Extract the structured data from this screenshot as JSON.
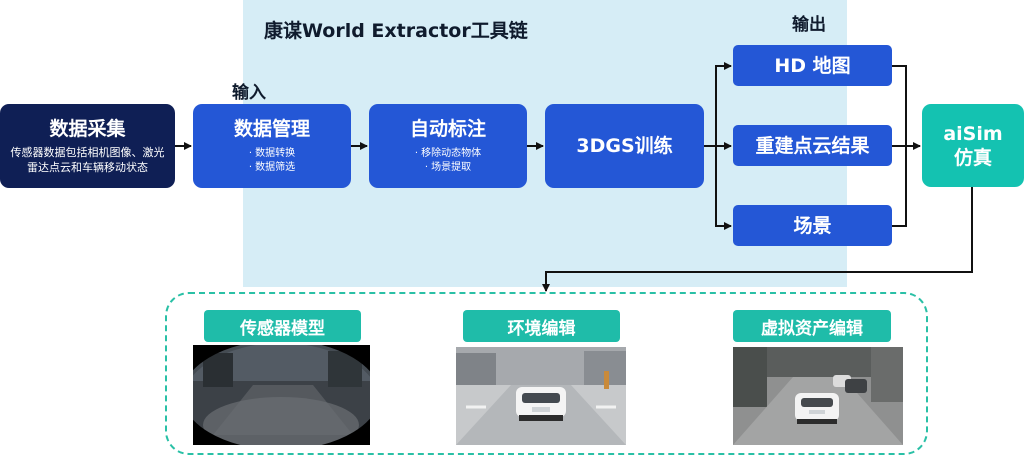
{
  "title": "康谋World Extractor工具链",
  "input_label": "输入",
  "output_label": "输出",
  "nodes": {
    "acquisition": {
      "title": "数据采集",
      "desc": "传感器数据包括相机图像、激光雷达点云和车辆移动状态"
    },
    "management": {
      "title": "数据管理",
      "items": [
        "数据转换",
        "数据筛选"
      ]
    },
    "annotation": {
      "title": "自动标注",
      "items": [
        "移除动态物体",
        "场景提取"
      ]
    },
    "training": {
      "title": "3DGS训练"
    },
    "hd_map": {
      "title": "HD 地图"
    },
    "recon": {
      "title": "重建点云结果"
    },
    "scene": {
      "title": "场景"
    },
    "aisim": {
      "title_line1": "aiSim",
      "title_line2": "仿真"
    }
  },
  "tags": [
    "传感器模型",
    "环境编辑",
    "虚拟资产编辑"
  ],
  "colors": {
    "blue": "#2457d6",
    "navy": "#0f1f55",
    "teal": "#14c2b1",
    "region": "#d6edf6"
  }
}
